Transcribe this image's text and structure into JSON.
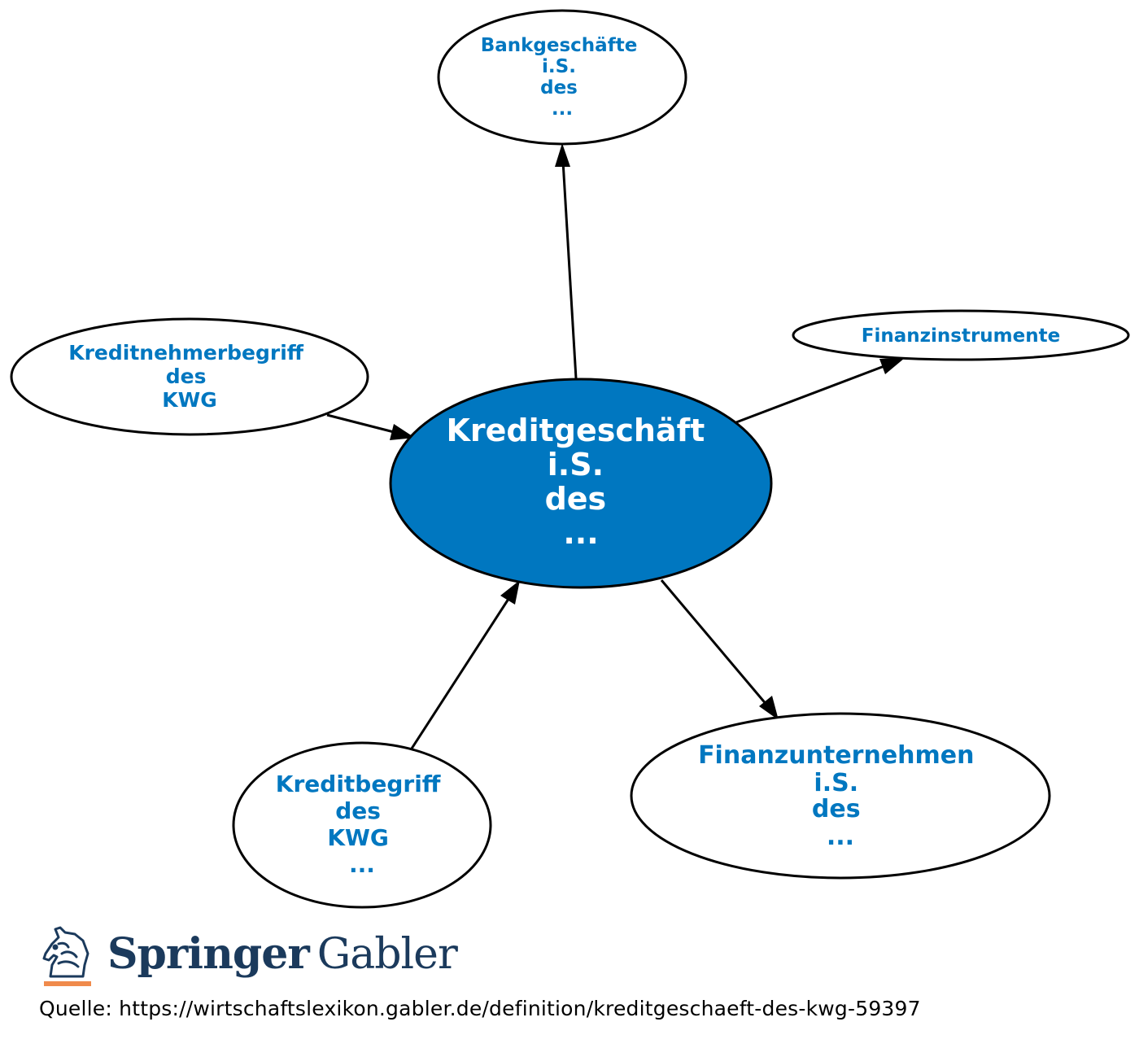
{
  "diagram": {
    "center": {
      "lines": [
        "Kreditgeschäft",
        "i.S.",
        "des",
        "..."
      ],
      "fill": "#0077c0",
      "text_color": "#ffffff"
    },
    "nodes": [
      {
        "id": "bankgeschaefte",
        "lines": [
          "Bankgeschäfte",
          "i.S.",
          "des",
          "..."
        ],
        "direction": "outgoing"
      },
      {
        "id": "finanzinstrumente",
        "lines": [
          "Finanzinstrumente"
        ],
        "direction": "outgoing"
      },
      {
        "id": "kreditnehmerbegriff",
        "lines": [
          "Kreditnehmerbegriff",
          "des",
          "KWG"
        ],
        "direction": "incoming"
      },
      {
        "id": "kreditbegriff",
        "lines": [
          "Kreditbegriff",
          "des",
          "KWG",
          "..."
        ],
        "direction": "incoming"
      },
      {
        "id": "finanzunternehmen",
        "lines": [
          "Finanzunternehmen",
          "i.S.",
          "des",
          "..."
        ],
        "direction": "outgoing"
      }
    ],
    "label_color": "#0077c0",
    "edge_color": "#000000"
  },
  "footer": {
    "logo_icon": "springer-horse-logo",
    "logo_word_1": "Springer",
    "logo_word_2": "Gabler",
    "logo_color": "#1b3a5c",
    "logo_accent": "#f08a4b",
    "source": "Quelle: https://wirtschaftslexikon.gabler.de/definition/kreditgeschaeft-des-kwg-59397"
  }
}
